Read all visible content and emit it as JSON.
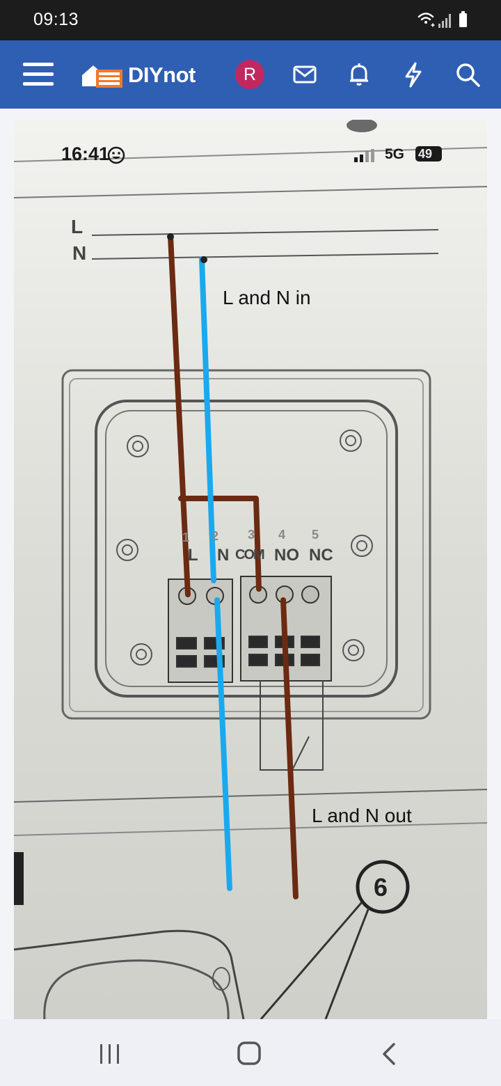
{
  "status_bar": {
    "time": "09:13",
    "icons": [
      "wifi-icon",
      "signal-icon",
      "battery-icon"
    ]
  },
  "app_bar": {
    "brand": "DIYnot",
    "avatar_initial": "R",
    "icons": [
      "menu-icon",
      "mail-icon",
      "bell-icon",
      "lightning-icon",
      "search-icon"
    ],
    "color": "#2f5fb3",
    "avatar_color": "#c2285f"
  },
  "photo": {
    "phone_time": "16:41",
    "phone_network": "5G",
    "phone_battery": "49",
    "diagram": {
      "line_labels": [
        "L",
        "N"
      ],
      "terminal_numbers": [
        "1",
        "2",
        "3",
        "4",
        "5"
      ],
      "terminal_labels": [
        "L",
        "N",
        "COM",
        "NO",
        "NC"
      ],
      "step_number": "6"
    },
    "annotations": {
      "top": "L and N in",
      "bottom": "L and N out"
    },
    "wire_colors": {
      "live": "#6b2a12",
      "neutral": "#1aa9ee"
    }
  },
  "nav_bar": {
    "icons": [
      "recents-icon",
      "home-icon",
      "back-icon"
    ]
  }
}
